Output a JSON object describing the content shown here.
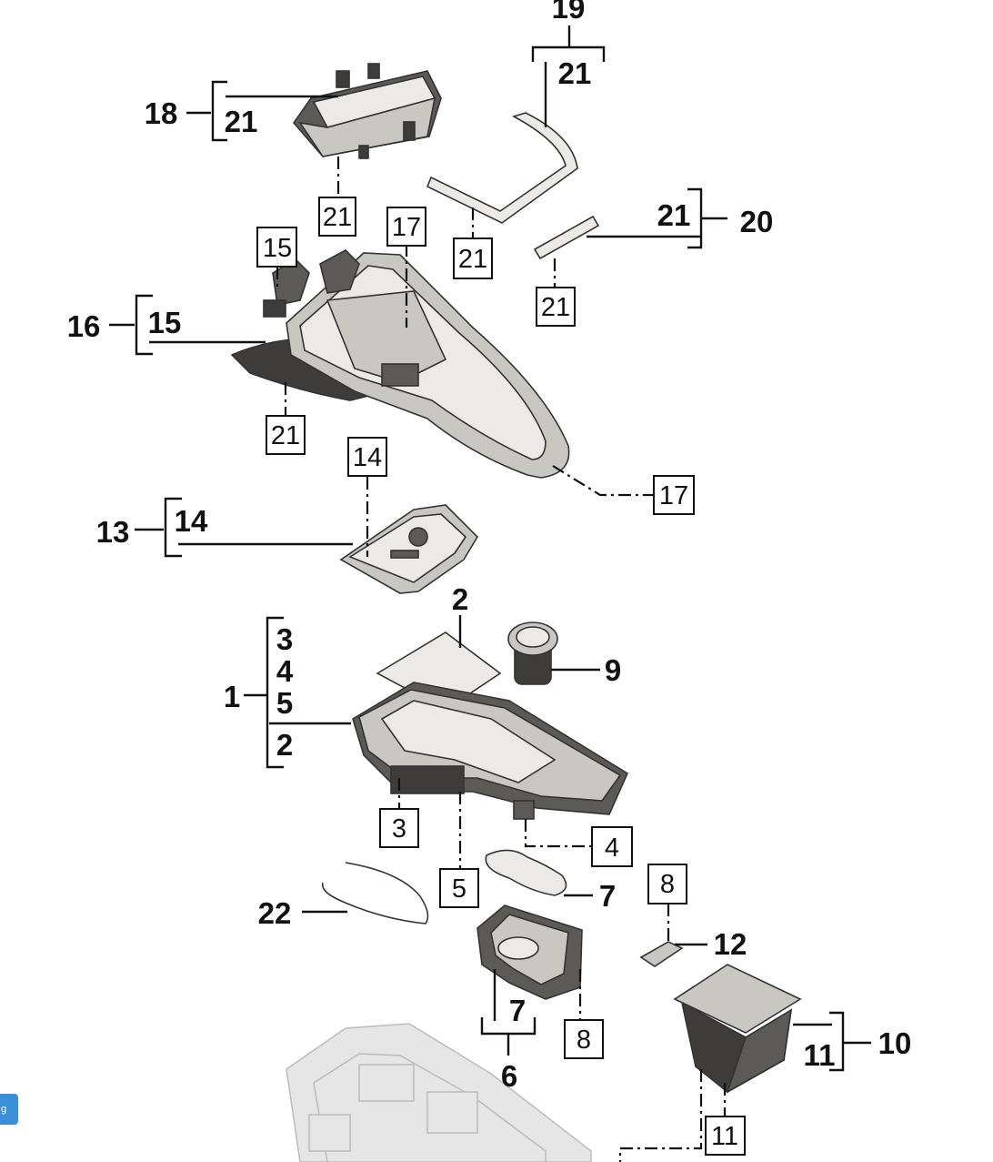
{
  "plain_callouts": [
    {
      "id": "c19",
      "text": "19"
    },
    {
      "id": "c21a",
      "text": "21"
    },
    {
      "id": "c18",
      "text": "18"
    },
    {
      "id": "c21b",
      "text": "21"
    },
    {
      "id": "c21c",
      "text": "21"
    },
    {
      "id": "c20",
      "text": "20"
    },
    {
      "id": "c16",
      "text": "16"
    },
    {
      "id": "c15",
      "text": "15"
    },
    {
      "id": "c13",
      "text": "13"
    },
    {
      "id": "c14",
      "text": "14"
    },
    {
      "id": "c2top",
      "text": "2"
    },
    {
      "id": "c9",
      "text": "9"
    },
    {
      "id": "c1",
      "text": "1"
    },
    {
      "id": "c3",
      "text": "3"
    },
    {
      "id": "c4",
      "text": "4"
    },
    {
      "id": "c5",
      "text": "5"
    },
    {
      "id": "c2",
      "text": "2"
    },
    {
      "id": "c7a",
      "text": "7"
    },
    {
      "id": "c12",
      "text": "12"
    },
    {
      "id": "c22",
      "text": "22"
    },
    {
      "id": "c7b",
      "text": "7"
    },
    {
      "id": "c6",
      "text": "6"
    },
    {
      "id": "c10",
      "text": "10"
    },
    {
      "id": "c11",
      "text": "11"
    }
  ],
  "boxed_callouts": [
    {
      "id": "b21a",
      "text": "21"
    },
    {
      "id": "b17a",
      "text": "17"
    },
    {
      "id": "b15",
      "text": "15"
    },
    {
      "id": "b21b",
      "text": "21"
    },
    {
      "id": "b21c",
      "text": "21"
    },
    {
      "id": "b21d",
      "text": "21"
    },
    {
      "id": "b14",
      "text": "14"
    },
    {
      "id": "b17b",
      "text": "17"
    },
    {
      "id": "b3",
      "text": "3"
    },
    {
      "id": "b4",
      "text": "4"
    },
    {
      "id": "b5",
      "text": "5"
    },
    {
      "id": "b8a",
      "text": "8"
    },
    {
      "id": "b8b",
      "text": "8"
    },
    {
      "id": "b11",
      "text": "11"
    }
  ],
  "side_tab": {
    "text": "g"
  },
  "colors": {
    "tab": "#3b8fd9",
    "ink": "#111111",
    "part_gray": "#c9c7c2",
    "part_dark": "#5c5a57"
  }
}
